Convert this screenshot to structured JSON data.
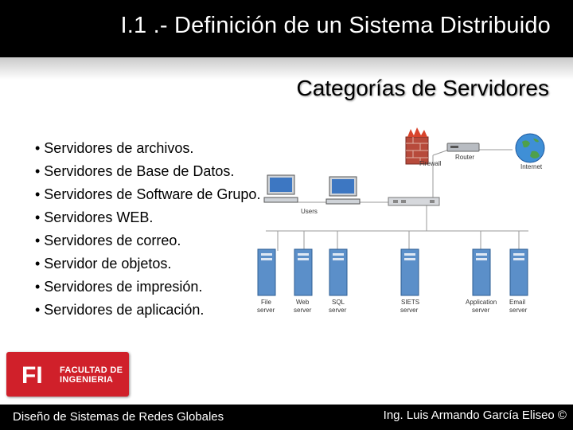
{
  "header": {
    "title": "I.1 .- Definición de un Sistema Distribuido"
  },
  "subtitle": "Categorías de Servidores",
  "bullets": [
    "• Servidores de archivos.",
    "• Servidores de Base de Datos.",
    "• Servidores de Software de Grupo.",
    "• Servidores WEB.",
    "• Servidores de correo.",
    "• Servidor de objetos.",
    "• Servidores de impresión.",
    "• Servidores de aplicación."
  ],
  "diagram": {
    "firewall": "Firewall",
    "router": "Router",
    "internet": "Internet",
    "users": "Users",
    "servers": [
      {
        "line1": "File",
        "line2": "server"
      },
      {
        "line1": "Web",
        "line2": "server"
      },
      {
        "line1": "SQL",
        "line2": "server"
      },
      {
        "line1": "SIETS",
        "line2": "server"
      },
      {
        "line1": "Application",
        "line2": "server"
      },
      {
        "line1": "Email",
        "line2": "server"
      }
    ]
  },
  "logo": {
    "line1": "FACULTAD DE",
    "line2": "INGENIERIA",
    "monogram": "FI"
  },
  "footer": {
    "left": "Diseño de Sistemas de Redes Globales",
    "right": "Ing. Luis Armando García Eliseo ©"
  },
  "colors": {
    "bar": "#000000",
    "logo_red": "#d0202a",
    "server_blue": "#5b8fc9"
  }
}
